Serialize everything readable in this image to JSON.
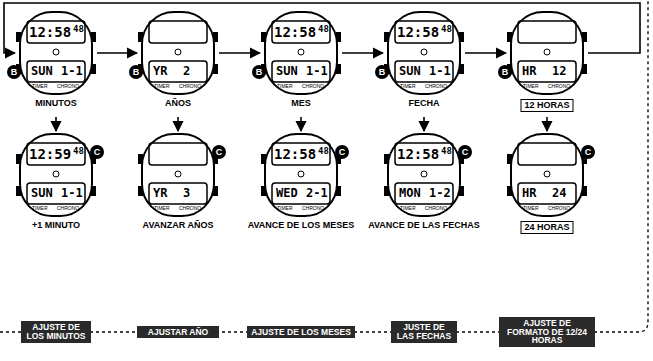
{
  "diagram": {
    "nodes": [
      {
        "text": [
          "12:58",
          "48",
          "SUN",
          "1-1",
          "TIMER",
          "CHRONO",
          "MINUTOS"
        ]
      },
      {
        "text": [
          "YR",
          "2",
          "TIMER",
          "CHRONO",
          "AÑOS"
        ]
      },
      {
        "text": [
          "12:58",
          "48",
          "SUN",
          "1-1",
          "TIMER",
          "CHRONO",
          "MES"
        ]
      },
      {
        "text": [
          "12:58",
          "48",
          "SUN",
          "1-1",
          "TIMER",
          "CHRONO",
          "FECHA"
        ]
      },
      {
        "text": [
          "HR",
          "12",
          "TIMER",
          "CHRONO",
          "12 HORAS"
        ]
      },
      {
        "text": [
          "12:59",
          "48",
          "SUN",
          "1-1",
          "TIMER",
          "CHRONO",
          "+1 MINUTO"
        ]
      },
      {
        "text": [
          "YR",
          "3",
          "TIMER",
          "CHRONO",
          "AVANZAR AÑOS"
        ]
      },
      {
        "text": [
          "12:58",
          "48",
          "WED",
          "2-1",
          "TIMER",
          "CHRONO",
          "AVANCE DE LOS MESES"
        ]
      },
      {
        "text": [
          "12:58",
          "48",
          "MON",
          "1-2",
          "TIMER",
          "CHRONO",
          "AVANCE DE LAS FECHAS"
        ]
      },
      {
        "text": [
          "HR",
          "24",
          "TIMER",
          "CHRONO",
          "24 HORAS"
        ]
      },
      {
        "text": [
          "AJUSTE DE LOS MINUTOS"
        ]
      },
      {
        "text": [
          "AJUSTAR AÑO"
        ]
      },
      {
        "text": [
          "AJUSTE DE LOS MESES"
        ]
      },
      {
        "text": [
          "JUSTE DE LAS FECHAS"
        ]
      },
      {
        "text": [
          "AJUSTE DE FORMATO DE 12/24 HORAS"
        ]
      }
    ],
    "edges": [
      {
        "from": 0,
        "to": 1,
        "arrow": "to",
        "label": "B"
      },
      {
        "from": 1,
        "to": 2,
        "arrow": "to",
        "label": "B"
      },
      {
        "from": 2,
        "to": 3,
        "arrow": "to",
        "label": "B"
      },
      {
        "from": 3,
        "to": 4,
        "arrow": "to",
        "label": "B"
      },
      {
        "from": 4,
        "to": 0,
        "arrow": "to",
        "label": "B"
      },
      {
        "from": 0,
        "to": 5,
        "arrow": "to",
        "label": "C"
      },
      {
        "from": 1,
        "to": 6,
        "arrow": "to",
        "label": "C"
      },
      {
        "from": 2,
        "to": 7,
        "arrow": "to",
        "label": "C"
      },
      {
        "from": 3,
        "to": 8,
        "arrow": "to",
        "label": "C"
      },
      {
        "from": 4,
        "to": 9,
        "arrow": "to",
        "label": "C"
      }
    ]
  }
}
